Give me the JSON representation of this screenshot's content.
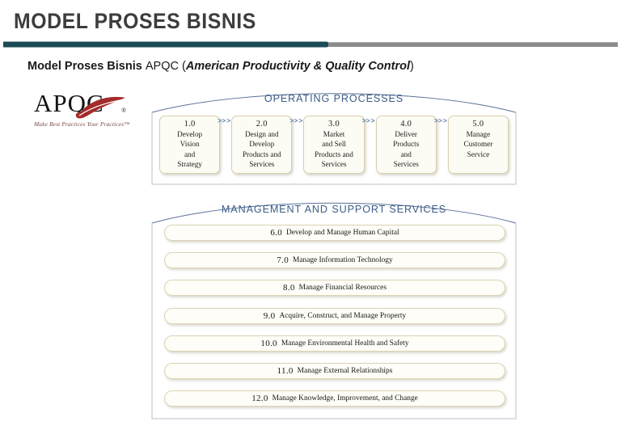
{
  "slide": {
    "title": "MODEL PROSES BISNIS",
    "subtitle": {
      "lead": "Model Proses Bisnis ",
      "acronym": "APQC (",
      "expansion": "American Productivity & Quality  Control",
      "close": ")"
    },
    "divider": {
      "accent_color": "#1c4b55",
      "secondary_color": "#8c8c8c"
    }
  },
  "logo": {
    "wordmark": "APQC",
    "registered": "®",
    "tagline": "Make Best Practices Your Practices™",
    "swoosh_color": "#a32b2b"
  },
  "operating": {
    "header": "OPERATING PROCESSES",
    "header_color": "#3b5c85",
    "arrow_glyph": ">",
    "boxes": [
      {
        "number": "1.0",
        "label": "Develop\nVision\nand\nStrategy"
      },
      {
        "number": "2.0",
        "label": "Design and\nDevelop\nProducts and\nServices"
      },
      {
        "number": "3.0",
        "label": "Market\nand Sell\nProducts and\nServices"
      },
      {
        "number": "4.0",
        "label": "Deliver\nProducts\nand\nServices"
      },
      {
        "number": "5.0",
        "label": "Manage\nCustomer\nService"
      }
    ]
  },
  "management": {
    "header": "MANAGEMENT AND SUPPORT SERVICES",
    "header_color": "#3b5c85",
    "rows": [
      {
        "number": "6.0",
        "label": "Develop and Manage Human Capital"
      },
      {
        "number": "7.0",
        "label": "Manage Information Technology"
      },
      {
        "number": "8.0",
        "label": "Manage Financial Resources"
      },
      {
        "number": "9.0",
        "label": "Acquire, Construct, and Manage Property"
      },
      {
        "number": "10.0",
        "label": "Manage Environmental Health and Safety"
      },
      {
        "number": "11.0",
        "label": "Manage External Relationships"
      },
      {
        "number": "12.0",
        "label": "Manage Knowledge, Improvement, and Change"
      }
    ]
  }
}
